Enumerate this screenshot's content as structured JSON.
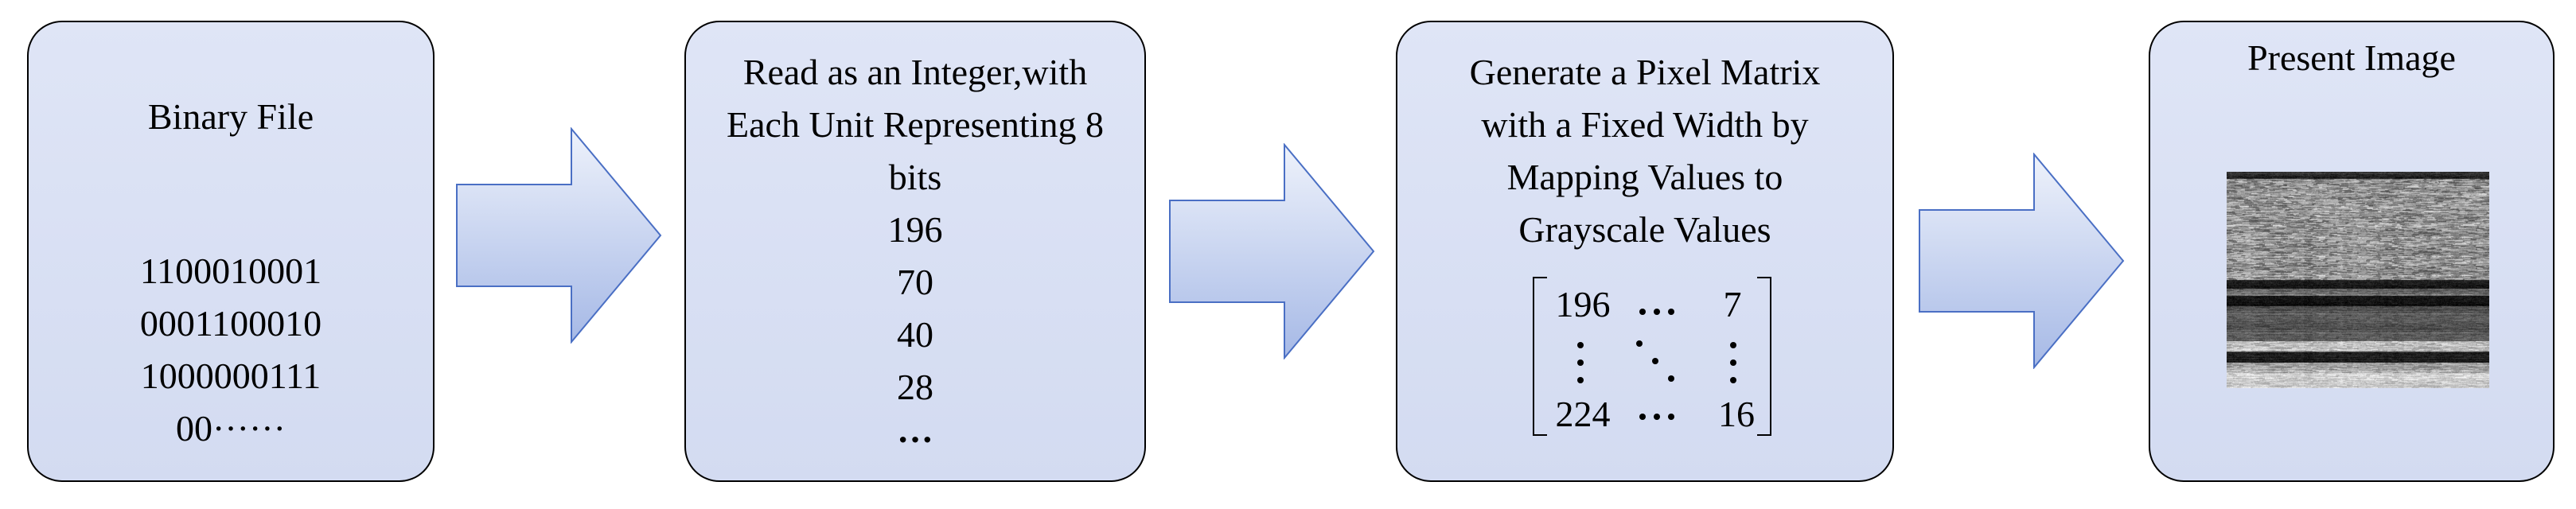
{
  "steps": [
    {
      "title": "Binary File",
      "lines": [
        "1100010001",
        "0001100010",
        "1000000111",
        "00······"
      ]
    },
    {
      "title_lines": [
        "Read as an Integer,with",
        "Each Unit Representing 8",
        "bits"
      ],
      "lines": [
        "196",
        "70",
        "40",
        "28",
        "···"
      ]
    },
    {
      "title_lines": [
        "Generate a Pixel Matrix",
        "with a Fixed Width by",
        "Mapping Values to",
        "Grayscale Values"
      ],
      "matrix": {
        "top_left": "196",
        "top_right": "7",
        "bottom_left": "224",
        "bottom_right": "16"
      }
    },
    {
      "title": "Present Image"
    }
  ],
  "colors": {
    "box_fill": "#d9e0f4",
    "box_border": "#000000",
    "arrow_fill_light": "#eef2fb",
    "arrow_fill_dark": "#a9bce6",
    "arrow_border": "#4a6fc4"
  },
  "icons": [
    "right-arrow-icon",
    "grayscale-image"
  ]
}
